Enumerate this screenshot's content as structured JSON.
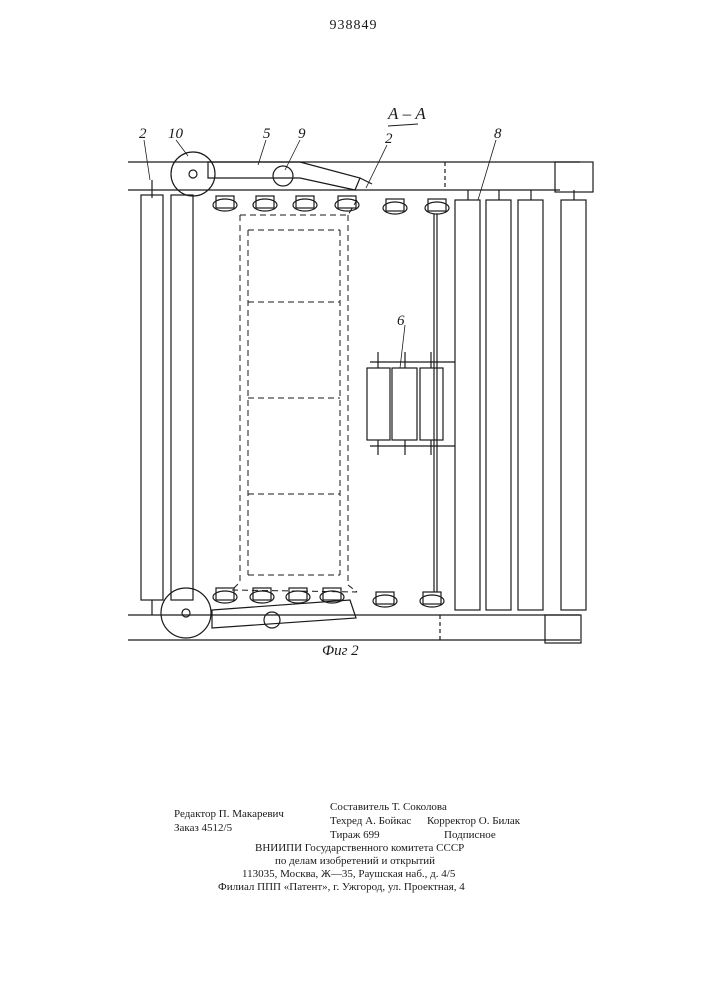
{
  "header": {
    "patent_number": "938849"
  },
  "figure": {
    "section_label": "А – А",
    "caption": "Фиг 2",
    "callouts": [
      "2",
      "10",
      "5",
      "9",
      "2",
      "8",
      "6"
    ]
  },
  "colophon": {
    "editor": "Редактор П. Макаревич",
    "order": "Заказ 4512/5",
    "compiler": "Составитель Т. Соколова",
    "techred": "Техред А. Бойкас",
    "circulation": "Тираж 699",
    "corrector": "Корректор О. Билак",
    "subscription": "Подписное",
    "org_line1": "ВНИИПИ Государственного комитета СССР",
    "org_line2": "по делам изобретений и открытий",
    "address": "113035, Москва, Ж—35, Раушская наб., д. 4/5",
    "branch": "Филиал ППП «Патент», г. Ужгород, ул. Проектная, 4"
  }
}
